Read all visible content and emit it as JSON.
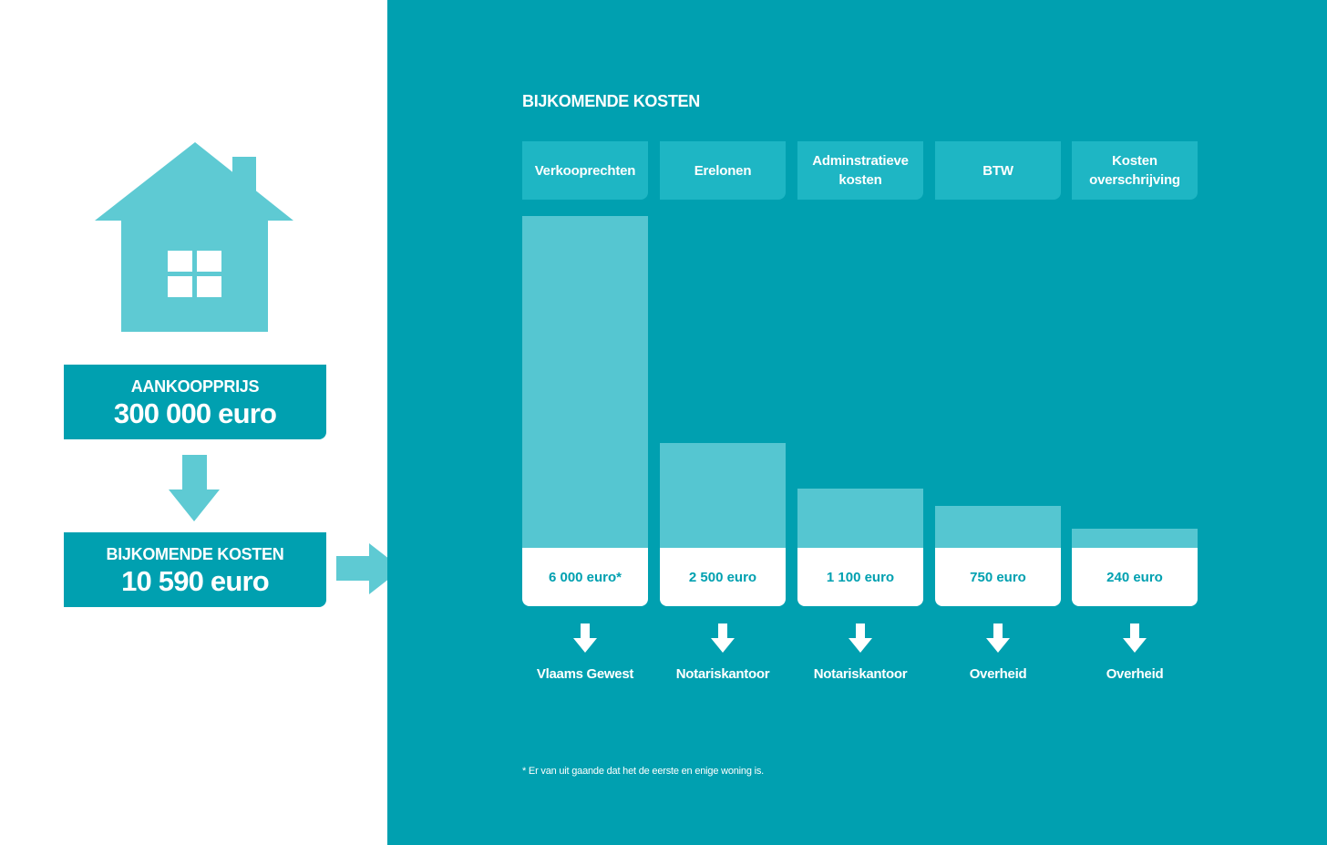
{
  "colors": {
    "teal": "#00a0b0",
    "light_teal": "#55c6d1",
    "header_teal": "#1eb6c4",
    "house": "#5ecad3",
    "white": "#ffffff"
  },
  "left": {
    "house_icon": "house-icon",
    "purchase": {
      "label": "AANKOOPPRIJS",
      "value": "300 000 euro"
    },
    "extra": {
      "label": "BIJKOMENDE KOSTEN",
      "value": "10 590 euro"
    }
  },
  "chart_data": {
    "type": "bar",
    "title": "BIJKOMENDE KOSTEN",
    "categories": [
      "Verkooprechten",
      "Erelonen",
      "Adminstratieve kosten",
      "BTW",
      "Kosten overschrijving"
    ],
    "values": [
      6000,
      2500,
      1100,
      750,
      240
    ],
    "value_labels": [
      "6 000 euro*",
      "2 500 euro",
      "1 100 euro",
      "750 euro",
      "240 euro"
    ],
    "recipients": [
      "Vlaams Gewest",
      "Notariskantoor",
      "Notariskantoor",
      "Overheid",
      "Overheid"
    ],
    "ylim": [
      0,
      6000
    ]
  },
  "footnote": "* Er van uit gaande dat het de eerste en enige woning is."
}
